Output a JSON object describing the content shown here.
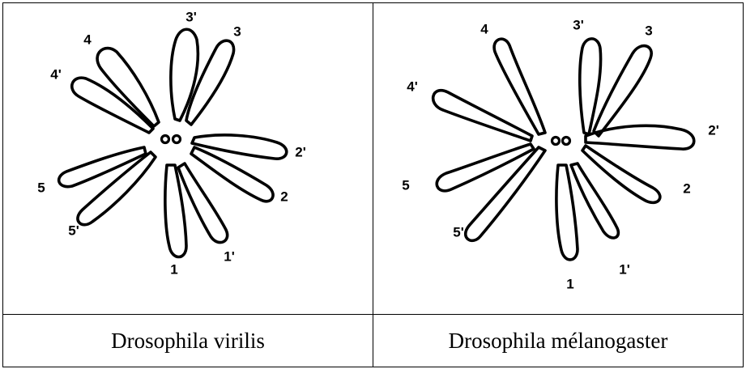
{
  "figures": [
    {
      "caption": "Drosophila virilis",
      "arm_labels": [
        "1",
        "1'",
        "2",
        "2'",
        "3",
        "3'",
        "4",
        "4'",
        "5",
        "5'"
      ]
    },
    {
      "caption": "Drosophila mélanogaster",
      "arm_labels": [
        "1",
        "1'",
        "2",
        "2'",
        "3",
        "3'",
        "4",
        "4'",
        "5",
        "5'"
      ]
    }
  ]
}
